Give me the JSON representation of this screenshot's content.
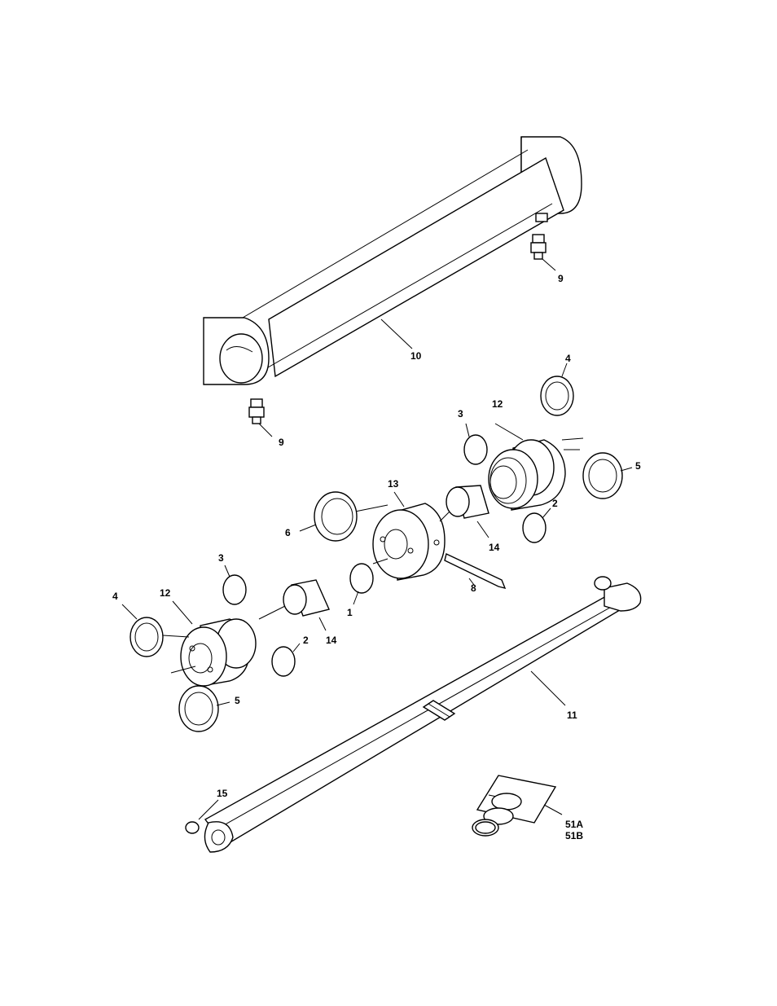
{
  "callouts": {
    "c1": "1",
    "c2a": "2",
    "c2b": "2",
    "c3a": "3",
    "c3b": "3",
    "c4a": "4",
    "c4b": "4",
    "c5a": "5",
    "c5b": "5",
    "c6": "6",
    "c8": "8",
    "c9a": "9",
    "c9b": "9",
    "c10": "10",
    "c11": "11",
    "c12a": "12",
    "c12b": "12",
    "c13": "13",
    "c14a": "14",
    "c14b": "14",
    "c15": "15",
    "c51a": "51A",
    "c51b": "51B"
  }
}
